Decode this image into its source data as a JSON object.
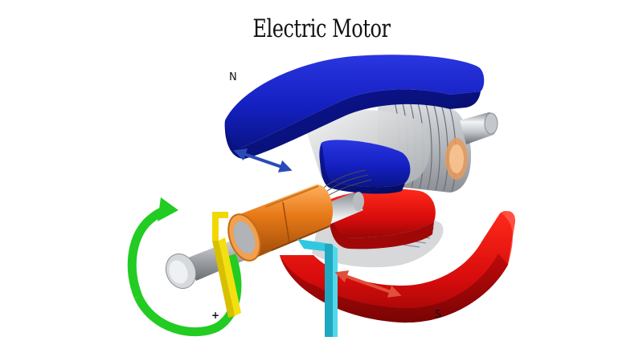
{
  "title": "Electric Motor",
  "labels": {
    "north": "N",
    "south": "S",
    "positive": "+"
  },
  "colors": {
    "north_pole": "#1020c8",
    "south_pole": "#e01010",
    "commutator": "#e07818",
    "rotation_arrow": "#22cc22",
    "positive_brush": "#f0d800",
    "negative_brush": "#30c8e0",
    "force_arrow_north": "#2a4ab8",
    "force_arrow_south": "#e0503a",
    "shaft": "#c8ccd0",
    "armature": "#d8dadc"
  }
}
